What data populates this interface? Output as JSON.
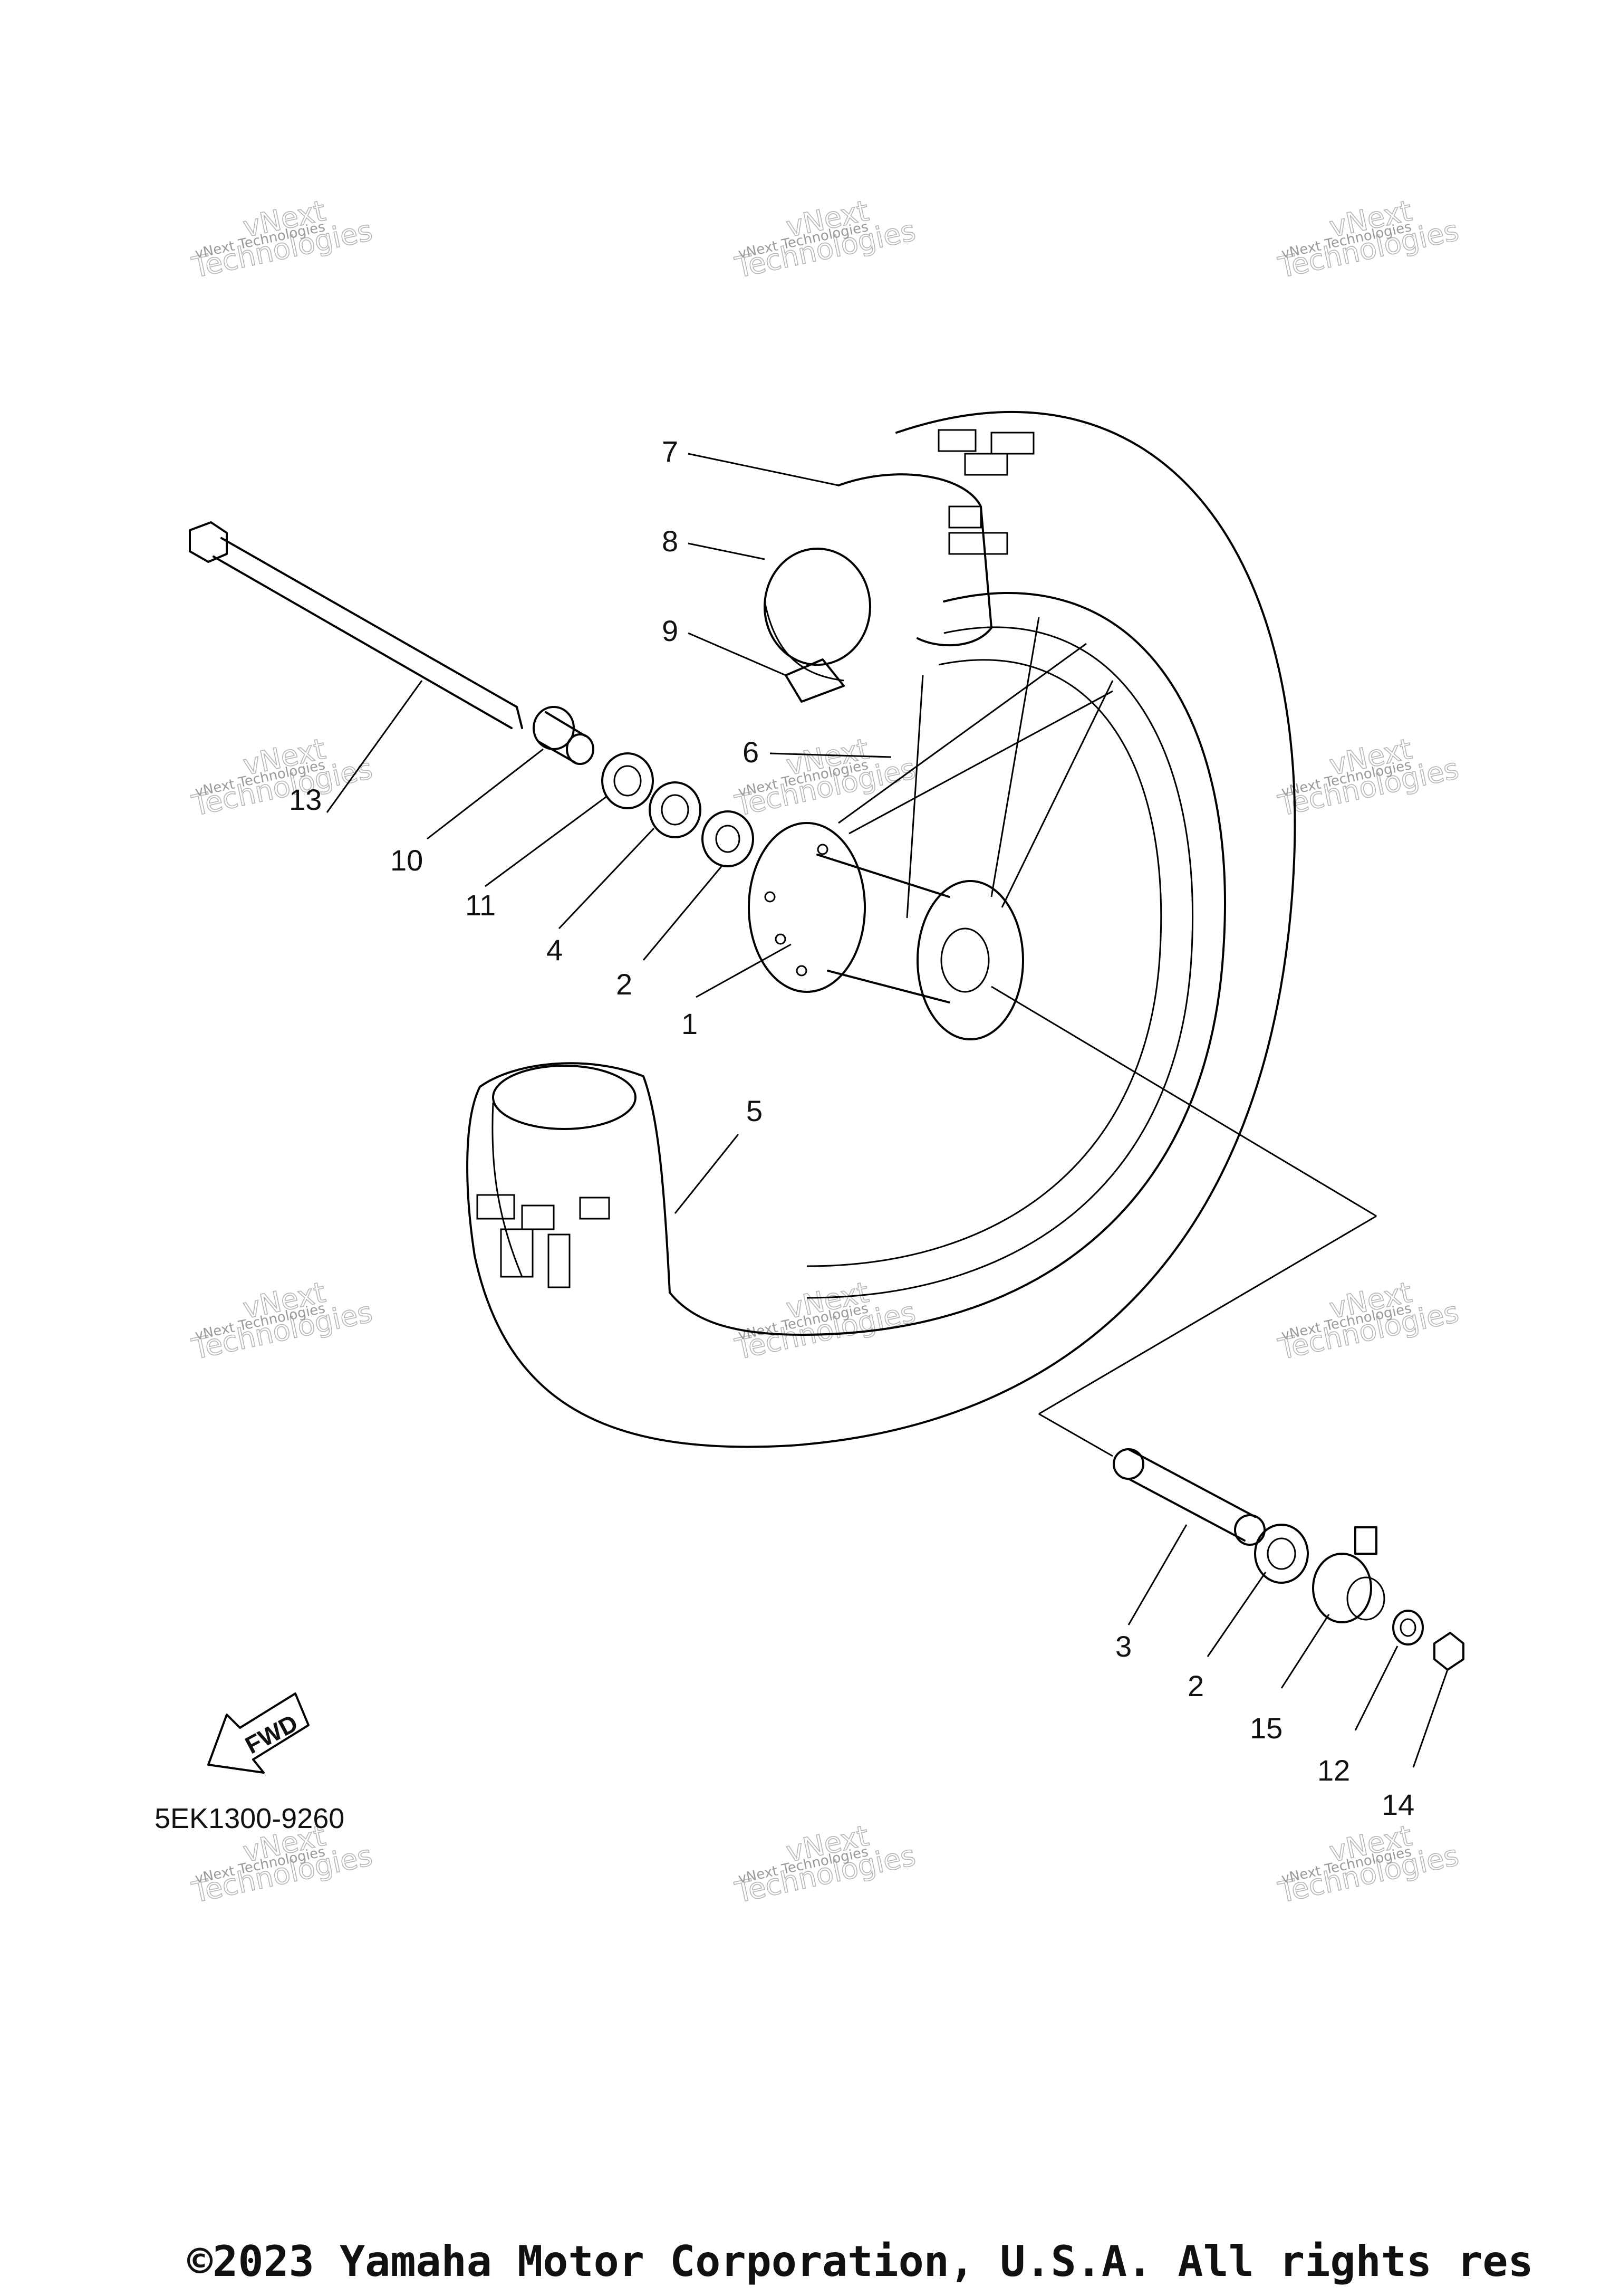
{
  "diagram": {
    "callouts": [
      {
        "id": "7",
        "label": "7"
      },
      {
        "id": "8",
        "label": "8"
      },
      {
        "id": "9",
        "label": "9"
      },
      {
        "id": "6",
        "label": "6"
      },
      {
        "id": "13",
        "label": "13"
      },
      {
        "id": "10",
        "label": "10"
      },
      {
        "id": "11",
        "label": "11"
      },
      {
        "id": "4",
        "label": "4"
      },
      {
        "id": "2a",
        "label": "2"
      },
      {
        "id": "1",
        "label": "1"
      },
      {
        "id": "5",
        "label": "5"
      },
      {
        "id": "3",
        "label": "3"
      },
      {
        "id": "2b",
        "label": "2"
      },
      {
        "id": "15",
        "label": "15"
      },
      {
        "id": "12",
        "label": "12"
      },
      {
        "id": "14",
        "label": "14"
      }
    ],
    "fwd_label": "FWD",
    "part_code": "5EK1300-9260"
  },
  "watermark": {
    "line1": "vNext Technologies",
    "line2": "vNext",
    "line3": "Technologies"
  },
  "footer": {
    "copyright": "©2023 Yamaha Motor Corporation, U.S.A. All rights res"
  }
}
